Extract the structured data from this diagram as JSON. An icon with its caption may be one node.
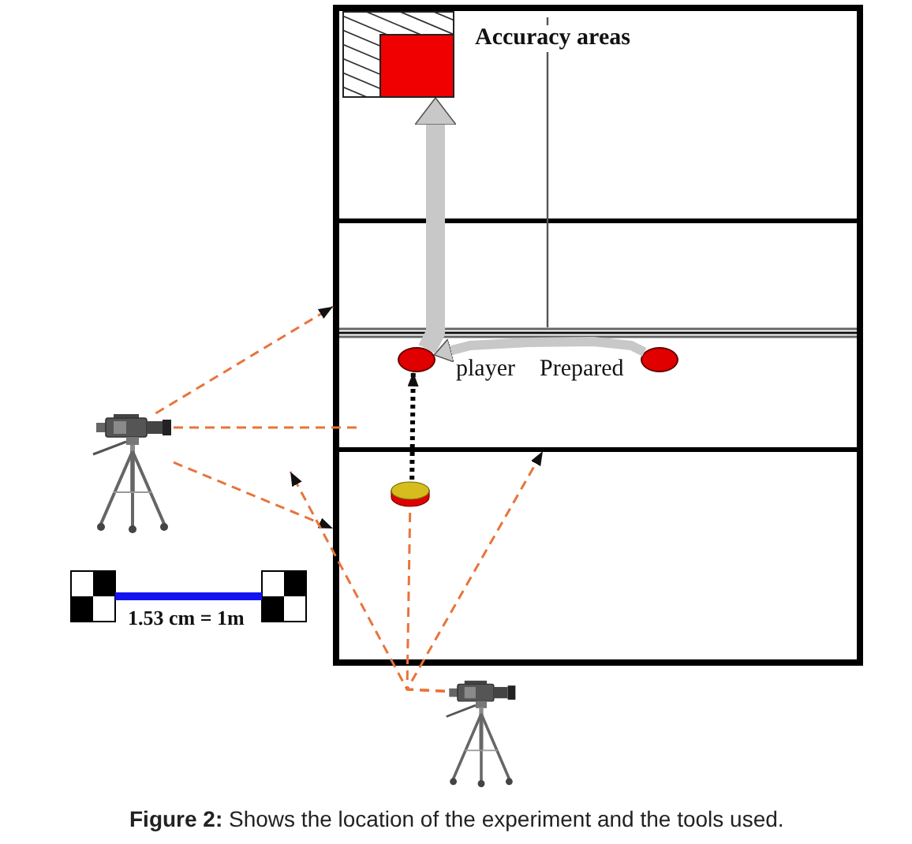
{
  "diagram": {
    "caption": "**Figure 2:** Shows the location of the experiment and the tools used.",
    "nodes": [
      {
        "text": [],
        "shape": "box"
      },
      {
        "text": [],
        "shape": "box",
        "in": 0,
        "beside": [
          "Accuracy areas"
        ]
      },
      {
        "text": [],
        "shape": "circle",
        "in": 0,
        "beside": [
          "player"
        ]
      },
      {
        "text": [],
        "shape": "circle",
        "in": 0,
        "beside": [
          "Prepared"
        ]
      },
      {
        "text": [],
        "shape": "cylinder",
        "in": 0
      },
      {
        "text": [],
        "shape": "picture"
      },
      {
        "text": [],
        "shape": "picture"
      }
    ],
    "edges": [
      {
        "from": 4,
        "to": 2,
        "arrow": "to",
        "style": "dashed",
        "color": "#000000"
      },
      {
        "from": 3,
        "to": 2,
        "arrow": "to",
        "style": "thick",
        "color": "#c8c8c8"
      },
      {
        "from": 2,
        "to": 1,
        "arrow": "to",
        "style": "thick",
        "color": "#c8c8c8"
      },
      {
        "from": 5,
        "to": 0,
        "arrow": "to",
        "style": "dashed"
      },
      {
        "from": 5,
        "to": null,
        "arrow": "none",
        "style": "dashed"
      },
      {
        "from": 5,
        "to": 0,
        "arrow": "to",
        "style": "dashed"
      },
      {
        "from": 6,
        "to": null,
        "arrow": "to",
        "style": "dashed"
      },
      {
        "from": 6,
        "to": null,
        "arrow": "to",
        "style": "dashed"
      },
      {
        "from": 6,
        "to": 4,
        "arrow": "none",
        "style": "dashed"
      }
    ],
    "labels": [
      "1.53 cm = 1m"
    ]
  }
}
